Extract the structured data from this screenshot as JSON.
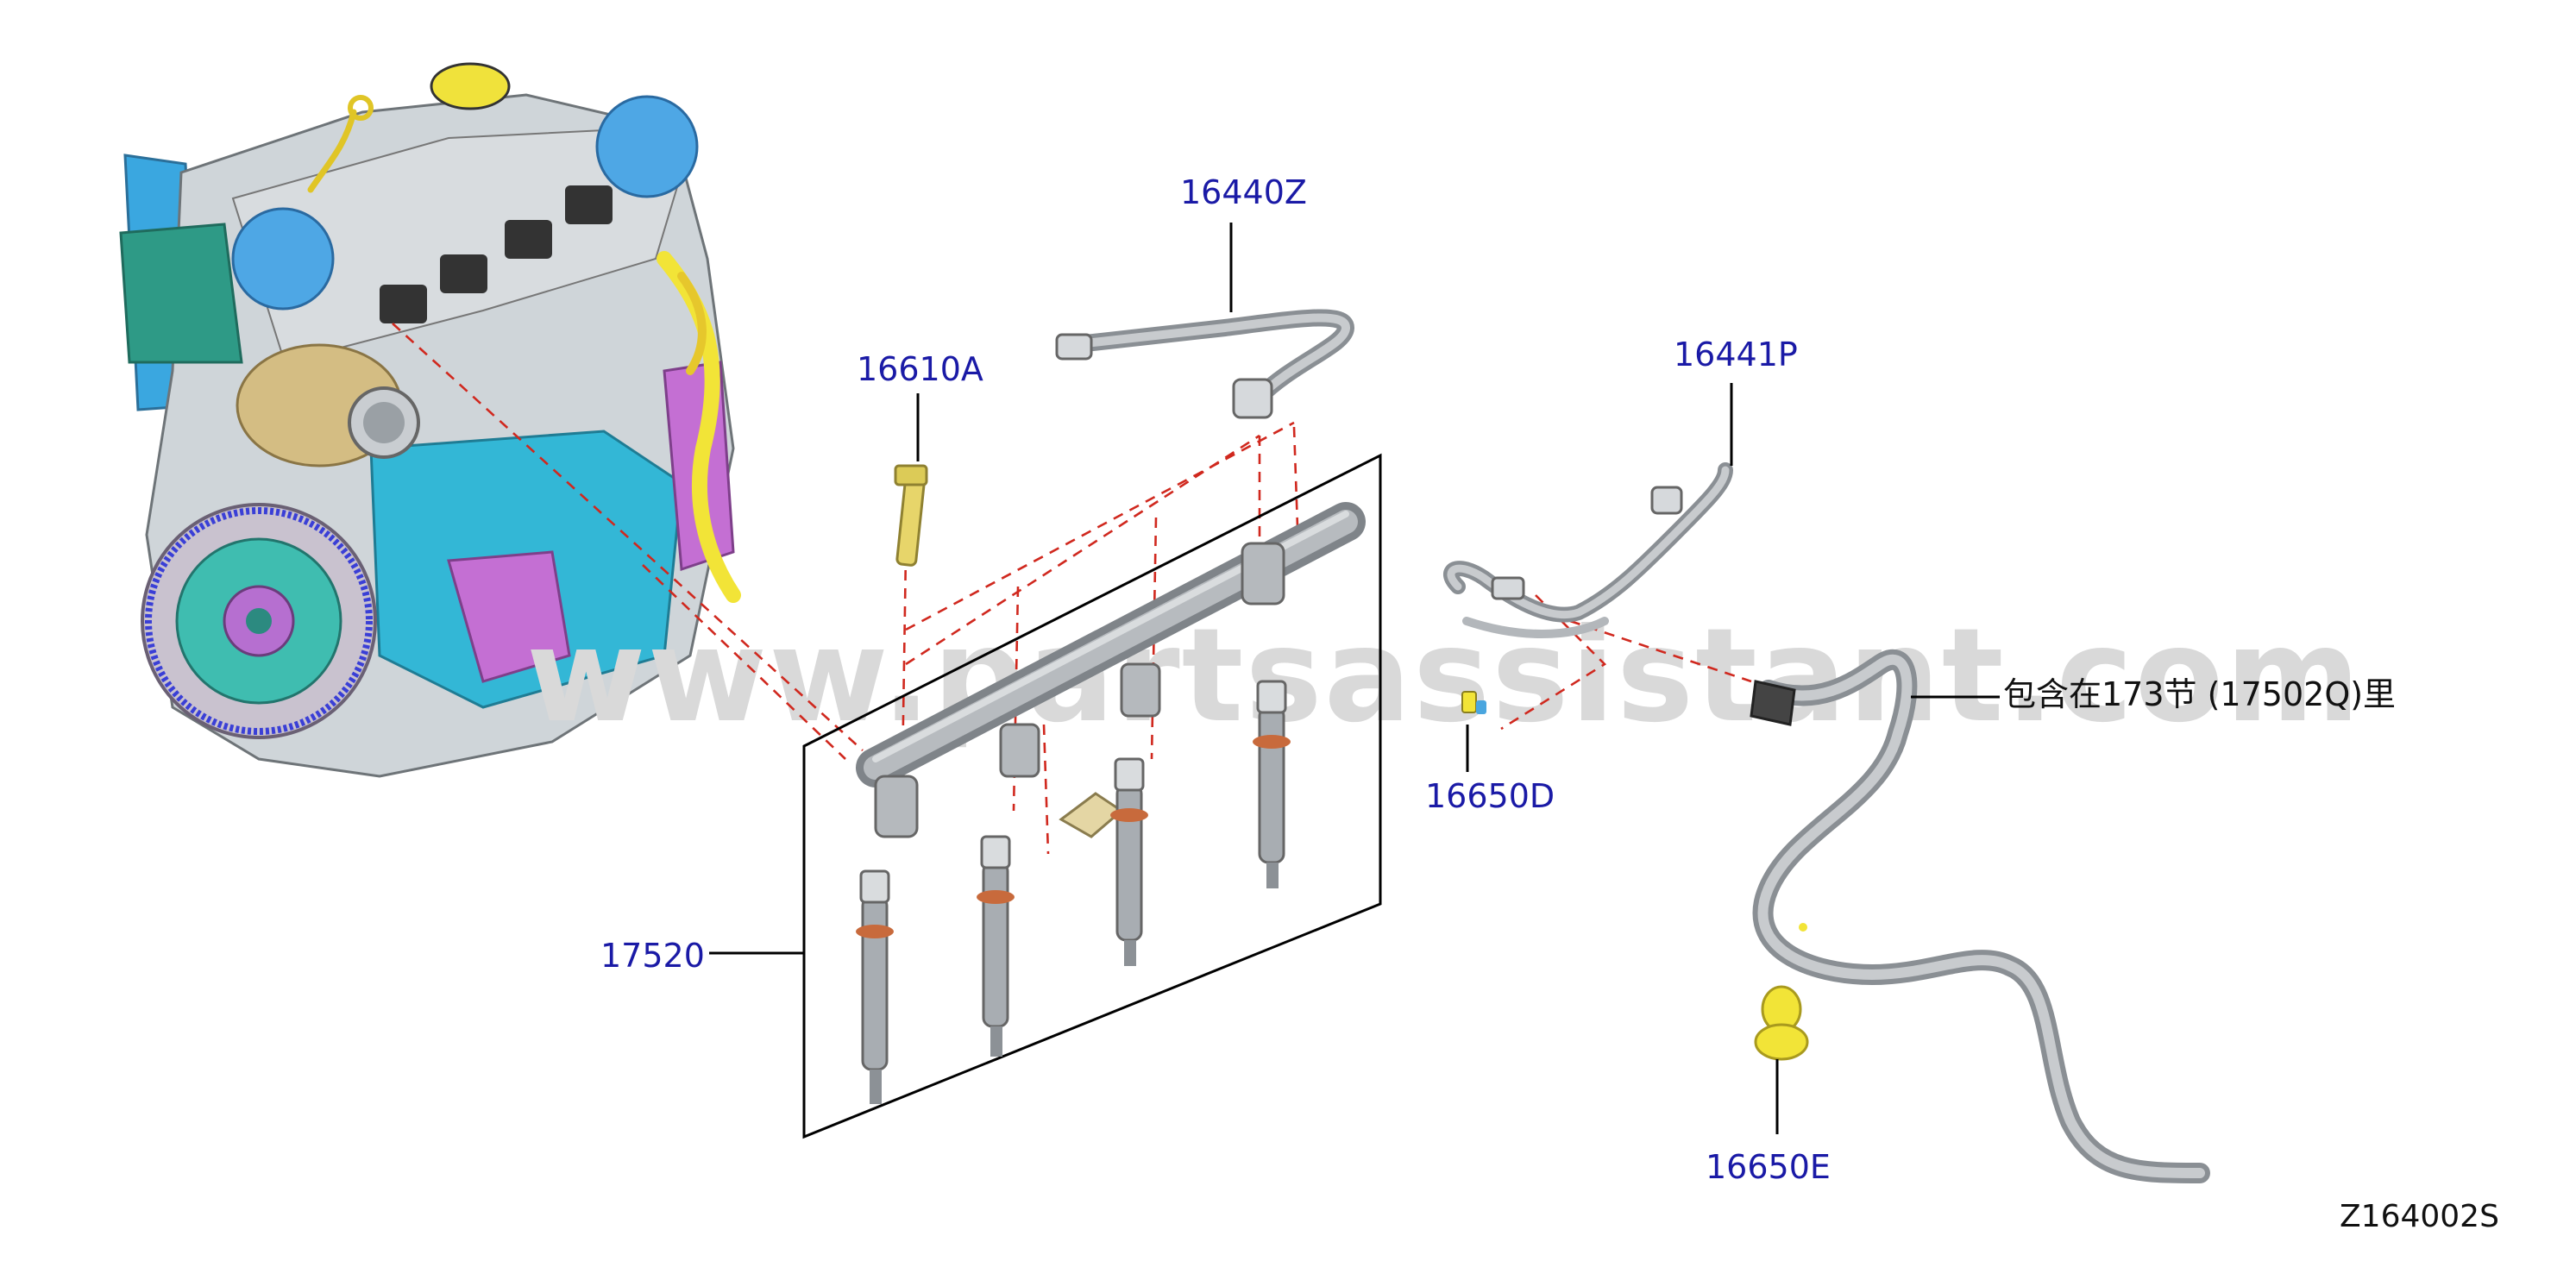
{
  "watermark": "www.partsassistant.com",
  "diagram_id": "Z164002S",
  "callouts": {
    "fuel_pipe_upper": "16440Z",
    "bolt": "16610A",
    "fuel_pipe_side": "16441P",
    "clip_small": "16650D",
    "clamp_yellow": "16650E",
    "fuel_rail_assembly": "17520"
  },
  "notes": {
    "included_in_section": "包含在173节 (17502Q)里"
  },
  "colors": {
    "callout_text": "#1a1aa6",
    "dashed_link": "#d0281e",
    "pipe_grey": "#a9adb2",
    "yellow_parts": "#f2e437"
  }
}
